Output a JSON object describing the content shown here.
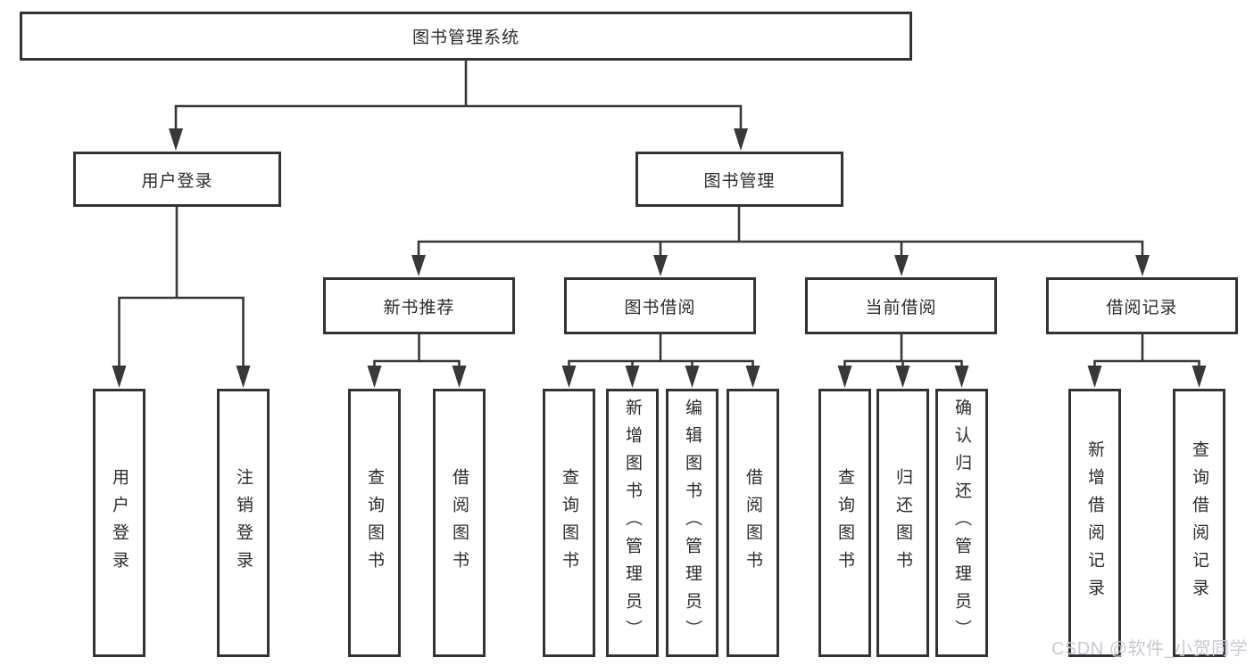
{
  "diagram_title": "图书管理系统",
  "level2": {
    "login": "用户登录",
    "management": "图书管理"
  },
  "level3": {
    "recommend": "新书推荐",
    "borrow": "图书借阅",
    "current": "当前借阅",
    "records": "借阅记录"
  },
  "leaves": {
    "login": [
      "用户登录",
      "注销登录"
    ],
    "recommend": [
      "查询图书",
      "借阅图书"
    ],
    "borrow": [
      "查询图书",
      "新增图书（管理员）",
      "编辑图书（管理员）",
      "借阅图书"
    ],
    "current": [
      "查询图书",
      "归还图书",
      "确认归还（管理员）"
    ],
    "records": [
      "新增借阅记录",
      "查询借阅记录"
    ]
  },
  "watermark": "CSDN @软件_小贺同学",
  "colors": {
    "line": "#383838",
    "border": "#333333",
    "text": "#2b2b2b",
    "watermark": "#c9c9d2",
    "background": "#ffffff"
  }
}
